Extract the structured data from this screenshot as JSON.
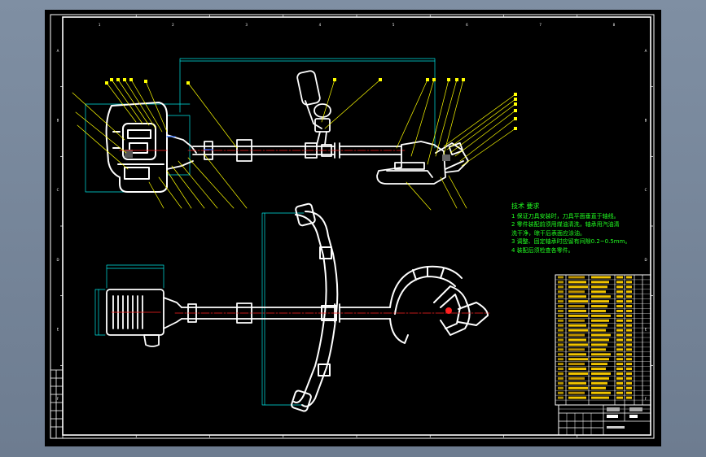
{
  "notes": {
    "title": "技术 要求",
    "lines": [
      "1 保证刀具安装时，刀具平面垂直于轴线。",
      "2 零件装配前须用煤油清洗，轴承用汽油清",
      "洗干净，晾干后表面应涂油。",
      "3 调整、固定轴承时应留有间隙0.2~0.5mm。",
      "4 装配后须检查各零件。"
    ]
  },
  "border_marks": {
    "top": [
      "1",
      "2",
      "3",
      "4",
      "5",
      "6",
      "7",
      "8"
    ],
    "side": [
      "A",
      "B",
      "C",
      "D",
      "E",
      "F"
    ]
  },
  "colors": {
    "sheet": "#000000",
    "frame": "#ffffff",
    "leader": "#ffff00",
    "dimension": "#00e5e5",
    "center_line": "#ff2020",
    "notes": "#21ff21",
    "bom_text": "#ffd000"
  }
}
